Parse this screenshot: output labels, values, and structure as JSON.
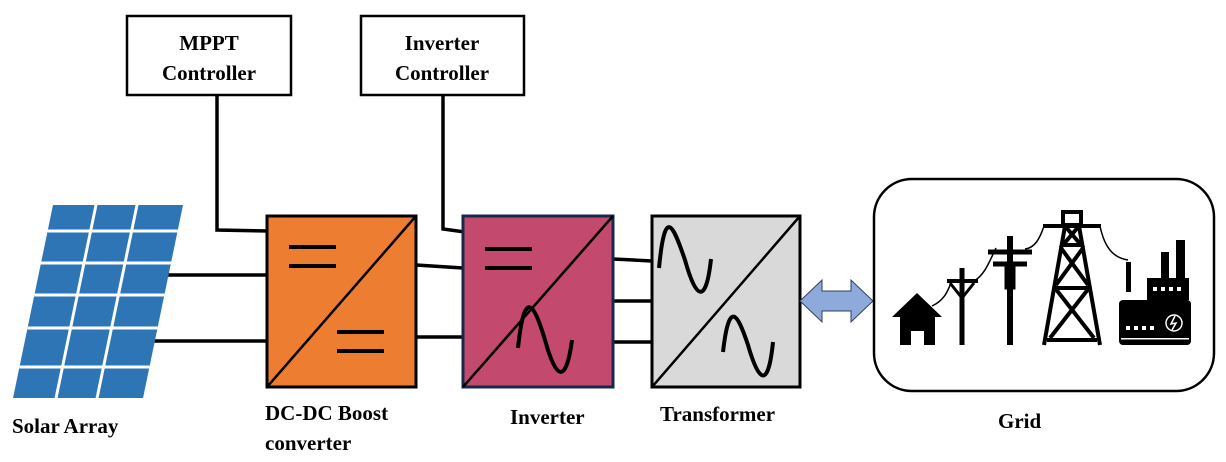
{
  "controllers": {
    "mppt": {
      "line1": "MPPT",
      "line2": "Controller"
    },
    "inverter": {
      "line1": "Inverter",
      "line2": "Controller"
    }
  },
  "blocks": {
    "solar_array": {
      "label": "Solar Array",
      "color": "#2e75b6"
    },
    "dc_dc": {
      "line1": "DC-DC Boost",
      "line2": "converter",
      "color": "#ed7d31"
    },
    "inverter": {
      "label": "Inverter",
      "color": "#c34a6e"
    },
    "transformer": {
      "label": "Transformer",
      "color": "#d9d9d9"
    },
    "grid": {
      "label": "Grid"
    }
  },
  "connector": {
    "type": "bidirectional-arrow",
    "color": "#8eaadb"
  },
  "icons": [
    "solar-panel-icon",
    "dc-dc-symbol-icon",
    "dc-ac-symbol-icon",
    "ac-ac-symbol-icon",
    "house-icon",
    "utility-pole-icon",
    "transmission-tower-icon",
    "power-plant-icon"
  ]
}
